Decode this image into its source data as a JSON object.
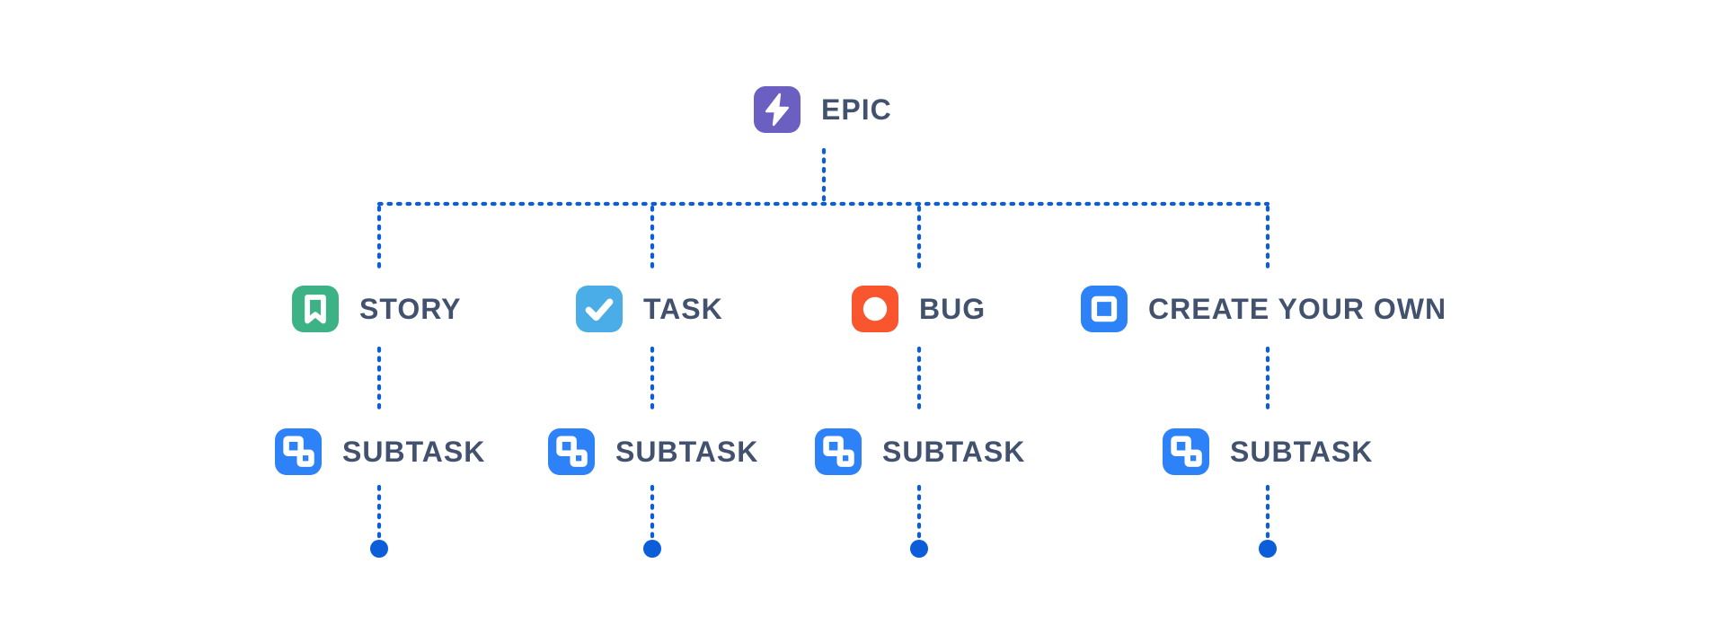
{
  "colors": {
    "background": "#ffffff",
    "line": "#0c5dd9",
    "label": "#42526e",
    "epic": "#6b5fc1",
    "story": "#3db284",
    "task": "#4bade8",
    "bug": "#f9552f",
    "custom": "#2e82f7",
    "subtask": "#2e82f7",
    "glyph": "#ffffff"
  },
  "hierarchy": {
    "root": {
      "label": "EPIC",
      "icon": "epic-lightning-icon"
    },
    "level2": [
      {
        "label": "STORY",
        "icon": "story-bookmark-icon"
      },
      {
        "label": "TASK",
        "icon": "task-checkmark-icon"
      },
      {
        "label": "BUG",
        "icon": "bug-circle-icon"
      },
      {
        "label": "CREATE YOUR OWN",
        "icon": "custom-issue-type-icon"
      }
    ],
    "level3": [
      {
        "label": "SUBTASK",
        "icon": "subtask-icon"
      },
      {
        "label": "SUBTASK",
        "icon": "subtask-icon"
      },
      {
        "label": "SUBTASK",
        "icon": "subtask-icon"
      },
      {
        "label": "SUBTASK",
        "icon": "subtask-icon"
      }
    ]
  }
}
